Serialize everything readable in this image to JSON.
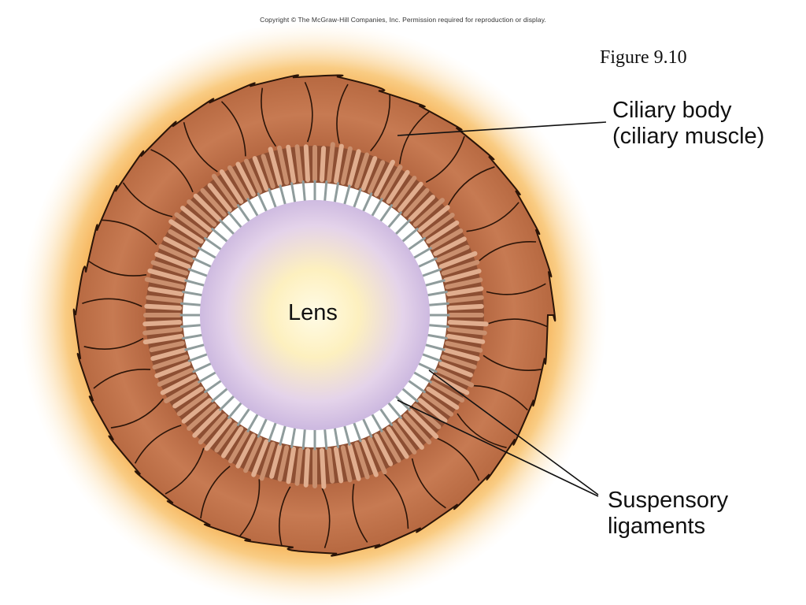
{
  "copyright": "Copyright © The McGraw-Hill Companies, Inc. Permission required for reproduction or display.",
  "figure_label": "Figure 9.10",
  "labels": {
    "ciliary_body": [
      "Ciliary body",
      "(ciliary muscle)"
    ],
    "suspensory_ligaments": [
      "Suspensory",
      "ligaments"
    ],
    "lens": "Lens"
  },
  "colors": {
    "glow": "#f6b04a",
    "muscle": "#c06e48",
    "muscle_dark": "#8e4a2c",
    "fringe": "#d9a283",
    "lens_center": "#fff8d8",
    "lens_edge": "#c7b4e0",
    "ligament": "#9aa7a7"
  }
}
